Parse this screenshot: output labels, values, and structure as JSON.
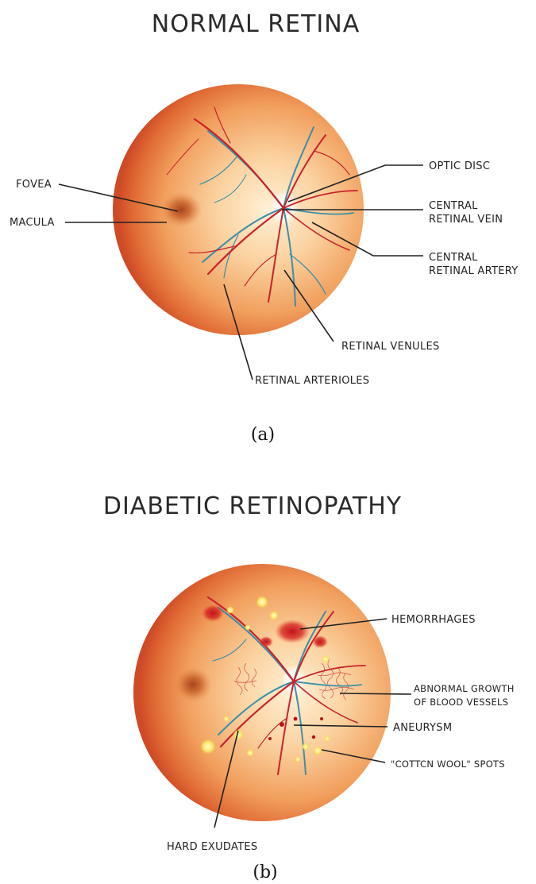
{
  "panel_a": {
    "title": "NORMAL RETINA",
    "caption": "(a)",
    "labels": {
      "fovea": "FOVEA",
      "macula": "MACULA",
      "optic_disc": "OPTIC DISC",
      "central_vein_1": "CENTRAL",
      "central_vein_2": "RETINAL VEIN",
      "central_artery_1": "CENTRAL",
      "central_artery_2": "RETINAL ARTERY",
      "venules": "RETINAL VENULES",
      "arterioles": "RETINAL ARTERIOLES"
    }
  },
  "panel_b": {
    "title": "DIABETIC RETINOPATHY",
    "caption": "(b)",
    "labels": {
      "hemorrhages": "HEMORRHAGES",
      "abnormal_1": "ABNORMAL GROWTH",
      "abnormal_2": "OF BLOOD VESSELS",
      "aneurysm": "ANEURYSM",
      "cotton": "\"COTTCN WOOL\" SPOTS",
      "hard_exudates": "HARD EXUDATES"
    }
  },
  "colors": {
    "retina_center": "#fde3bb",
    "retina_mid": "#f2a35e",
    "retina_edge": "#d8552c",
    "artery": "#c8232b",
    "vein": "#3d8fa8",
    "exudate": "#f8e66a"
  }
}
